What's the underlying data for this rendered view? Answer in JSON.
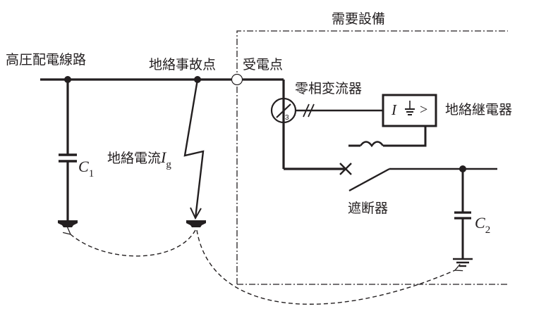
{
  "diagram": {
    "title_region": "需要設備",
    "labels": {
      "distribution_line": "高圧配電線路",
      "fault_point": "地絡事故点",
      "receiving_point": "受電点",
      "zct": "零相変流器",
      "relay": "地絡継電器",
      "breaker": "遮断器",
      "ground_current_text": "地絡電流",
      "ground_current_symbol": "I",
      "ground_current_sub": "g",
      "c1_symbol": "C",
      "c1_sub": "1",
      "c2_symbol": "C",
      "c2_sub": "2",
      "relay_symbol_I": "I",
      "relay_symbol_gt": ">",
      "zct_number": "3"
    },
    "colors": {
      "ink": "#231f20",
      "background": "#ffffff"
    }
  }
}
